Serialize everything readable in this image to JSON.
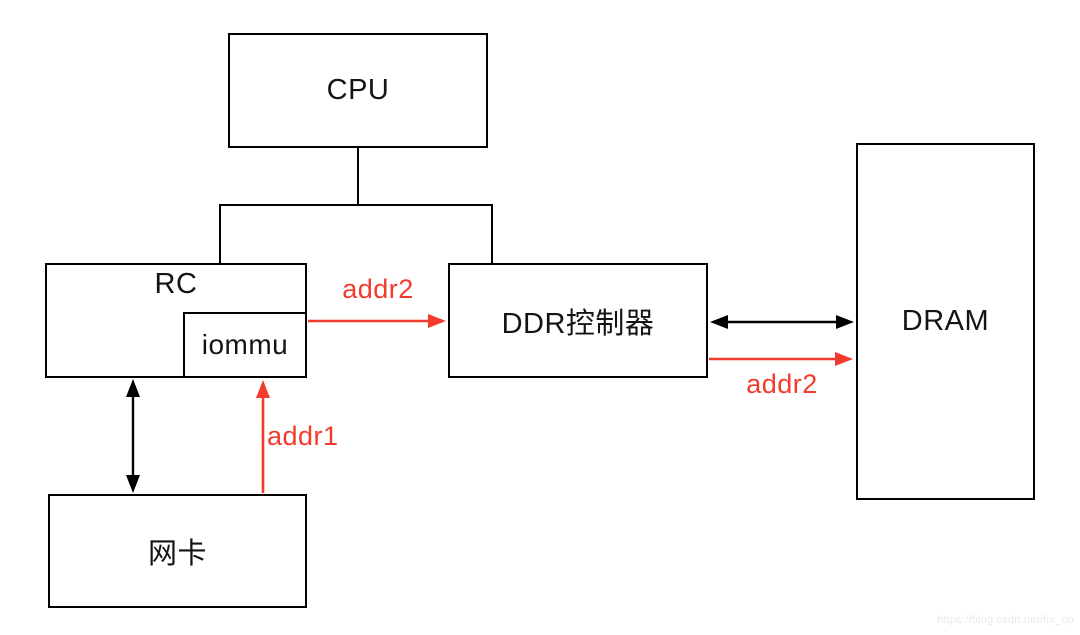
{
  "nodes": {
    "cpu": {
      "label": "CPU"
    },
    "rc": {
      "label": "RC"
    },
    "iommu": {
      "label": "iommu"
    },
    "ddr_controller": {
      "label": "DDR控制器"
    },
    "dram": {
      "label": "DRAM"
    },
    "nic": {
      "label": "网卡"
    }
  },
  "connections": [
    {
      "from": "cpu",
      "to": "rc",
      "type": "line"
    },
    {
      "from": "cpu",
      "to": "ddr_controller",
      "type": "line"
    },
    {
      "from": "rc",
      "to": "nic",
      "type": "double_arrow"
    },
    {
      "from": "ddr_controller",
      "to": "dram",
      "type": "double_arrow"
    },
    {
      "from": "rc",
      "to": "ddr_controller",
      "type": "red_arrow",
      "label": "addr2"
    },
    {
      "from": "nic",
      "to": "iommu",
      "type": "red_arrow",
      "label": "addr1"
    },
    {
      "from": "ddr_controller",
      "to": "dram",
      "type": "red_arrow",
      "label": "addr2"
    }
  ],
  "colors": {
    "box_border": "#000000",
    "black_line": "#000000",
    "red": "#f23b2c",
    "text": "#141414",
    "background": "#ffffff",
    "watermark": "#e9e9ed"
  },
  "watermark": "https://blog.csdn.net/hx_op"
}
